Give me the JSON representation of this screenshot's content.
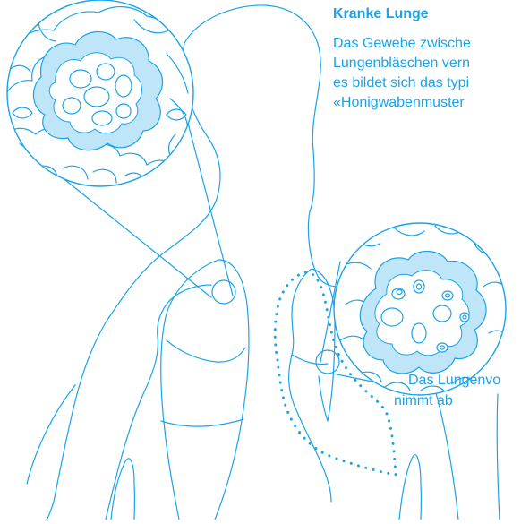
{
  "heading": "Kranke Lunge",
  "description_lines": [
    "Das Gewebe zwische",
    "Lungenbläschen vern",
    "es bildet sich das typi",
    "«Honigwabenmuster"
  ],
  "volume_label_lines": [
    "Das Lungenvo",
    "nimmt ab"
  ],
  "colors": {
    "accent": "#1aa3e8",
    "tissue_fill": "#bfe6f8"
  },
  "icons": [
    "magnifier-circle-upper-left",
    "magnifier-circle-right",
    "dotted-lung-outline"
  ]
}
